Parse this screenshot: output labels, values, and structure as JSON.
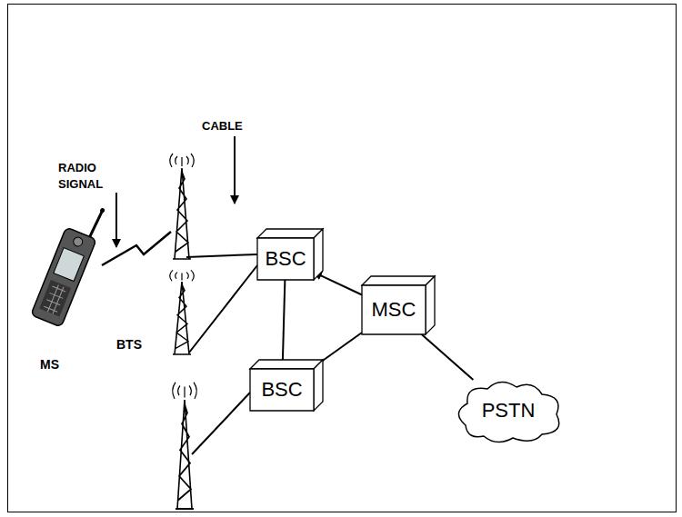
{
  "diagram": {
    "nodes": [
      {
        "text": [
          "BSC"
        ]
      },
      {
        "text": [
          "MSC"
        ]
      },
      {
        "text": [
          "BSC"
        ]
      },
      {
        "text": [
          "PSTN"
        ]
      }
    ],
    "edges": [
      {
        "from": 1,
        "to": 0,
        "arrow": "to"
      },
      {
        "from": 0,
        "to": 2,
        "arrow": "none"
      },
      {
        "from": 2,
        "to": 1,
        "arrow": "none"
      },
      {
        "from": 1,
        "to": 3,
        "arrow": "none"
      }
    ],
    "labels": [
      "RADIO SIGNAL",
      "CABLE",
      "BTS",
      "MS"
    ]
  }
}
